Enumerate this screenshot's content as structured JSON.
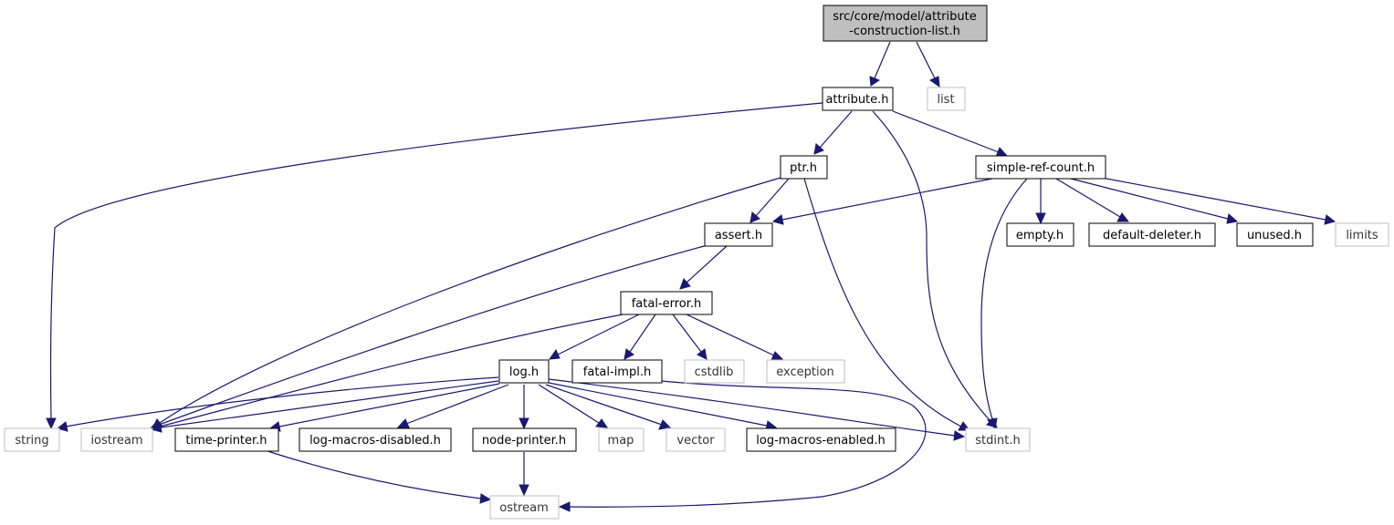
{
  "graph": {
    "root": {
      "line1": "src/core/model/attribute",
      "line2": "-construction-list.h"
    },
    "nodes": {
      "attribute": "attribute.h",
      "list": "list",
      "ptr": "ptr.h",
      "simple_ref_count": "simple-ref-count.h",
      "assert": "assert.h",
      "empty": "empty.h",
      "default_deleter": "default-deleter.h",
      "unused": "unused.h",
      "limits": "limits",
      "fatal_error": "fatal-error.h",
      "log": "log.h",
      "fatal_impl": "fatal-impl.h",
      "cstdlib": "cstdlib",
      "exception": "exception",
      "string": "string",
      "iostream": "iostream",
      "time_printer": "time-printer.h",
      "log_macros_disabled": "log-macros-disabled.h",
      "node_printer": "node-printer.h",
      "map": "map",
      "vector": "vector",
      "log_macros_enabled": "log-macros-enabled.h",
      "stdint": "stdint.h",
      "ostream": "ostream"
    },
    "colors": {
      "edge": "#191970",
      "root_fill": "#bfbfbf",
      "project_border": "#000000",
      "system_border": "#bfbfbf"
    }
  }
}
